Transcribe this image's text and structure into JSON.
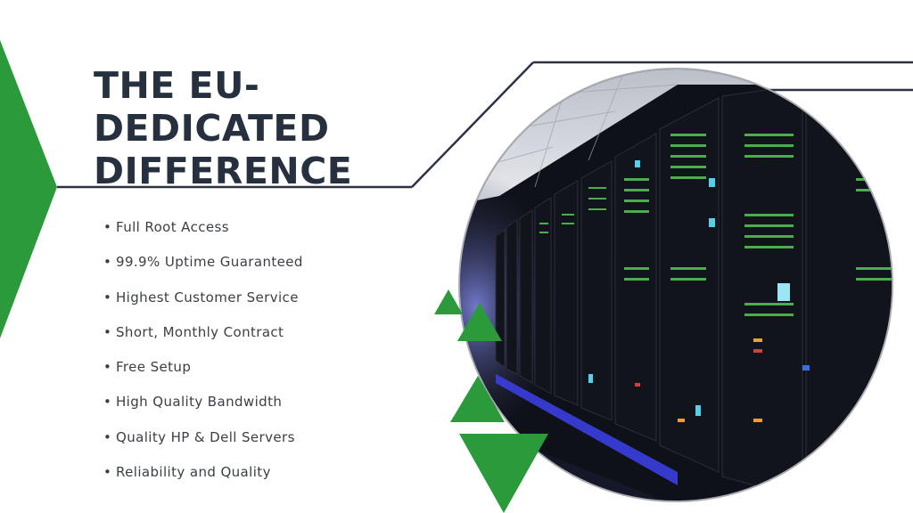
{
  "slide": {
    "title_line1": "THE EU-DEDICATED",
    "title_line2": "DIFFERENCE",
    "bullet_glyph": "•",
    "features": [
      "Full Root Access",
      "99.9% Uptime Guaranteed",
      "Highest Customer Service",
      "Short, Monthly Contract",
      "Free Setup",
      "High Quality Bandwidth",
      "Quality HP & Dell Servers",
      "Reliability and Quality"
    ]
  },
  "colors": {
    "accent_green": "#2a9a3a",
    "title_navy": "#26303f",
    "line_navy": "#2c3444",
    "body_text": "#3a3f47"
  },
  "icons": {
    "left_arrow": "green-chevron-right",
    "decor": "green-triangles",
    "photo": "server-racks-datacenter-photo"
  }
}
